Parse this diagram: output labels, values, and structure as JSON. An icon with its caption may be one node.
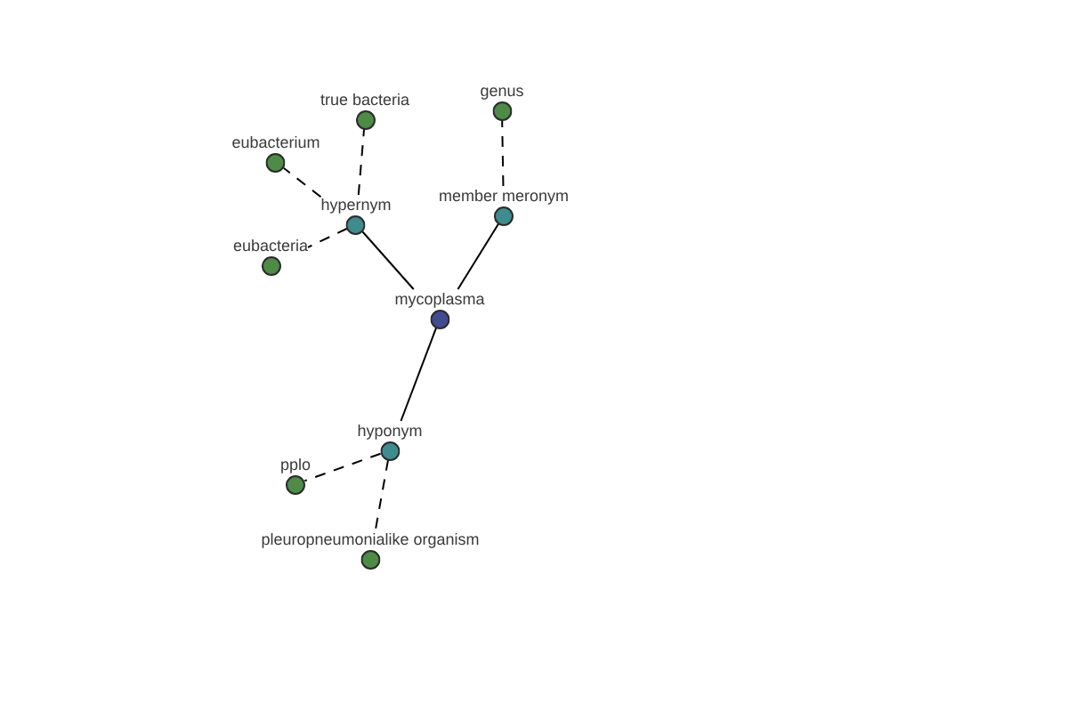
{
  "diagram": {
    "nodes": [
      {
        "text": [
          "genus"
        ]
      },
      {
        "text": [
          "true bacteria"
        ]
      },
      {
        "text": [
          "eubacterium"
        ]
      },
      {
        "text": [
          "member meronym"
        ]
      },
      {
        "text": [
          "hypernym"
        ]
      },
      {
        "text": [
          "eubacteria"
        ]
      },
      {
        "text": [
          "mycoplasma"
        ]
      },
      {
        "text": [
          "hyponym"
        ]
      },
      {
        "text": [
          "pplo"
        ]
      },
      {
        "text": [
          "pleuropneumonialike organism"
        ]
      }
    ],
    "edges": [
      {
        "from": 6,
        "to": 4,
        "arrow": "none"
      },
      {
        "from": 6,
        "to": 3,
        "arrow": "none"
      },
      {
        "from": 6,
        "to": 7,
        "arrow": "none"
      },
      {
        "from": 4,
        "to": 1,
        "arrow": "none",
        "style": "dashed"
      },
      {
        "from": 4,
        "to": 2,
        "arrow": "none",
        "style": "dashed"
      },
      {
        "from": 4,
        "to": 5,
        "arrow": "none",
        "style": "dashed"
      },
      {
        "from": 3,
        "to": 0,
        "arrow": "none",
        "style": "dashed"
      },
      {
        "from": 7,
        "to": 8,
        "arrow": "none",
        "style": "dashed"
      },
      {
        "from": 7,
        "to": 9,
        "arrow": "none",
        "style": "dashed"
      }
    ]
  }
}
